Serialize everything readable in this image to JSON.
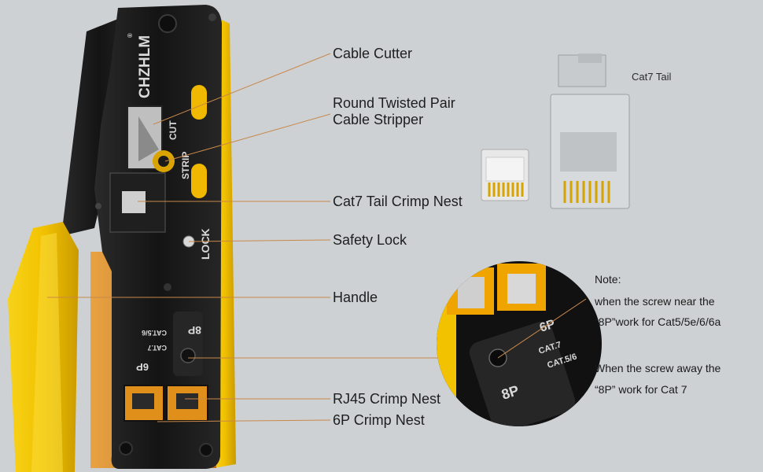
{
  "brand": {
    "logo": "CHZHLM",
    "registered": "®"
  },
  "tool_markings": {
    "cut": "CUT",
    "strip": "STRIP",
    "lock": "LOCK",
    "p8": "8P",
    "p6": "6P",
    "cat56": "CAT.5/6",
    "cat7": "CAT.7"
  },
  "callouts": {
    "cable_cutter": "Cable Cutter",
    "stripper_line1": "Round Twisted Pair",
    "stripper_line2": "Cable Stripper",
    "cat7_nest": "Cat7 Tail Crimp Nest",
    "safety_lock": "Safety Lock",
    "handle": "Handle",
    "rj45_nest": "RJ45 Crimp Nest",
    "p6_nest": "6P Crimp Nest"
  },
  "connector_label": "Cat7 Tail",
  "note": {
    "title": "Note:",
    "line1": "when the screw near the",
    "line2": "“8P”work for Cat5/5e/6/6a",
    "line3": "When the screw away the",
    "line4": "“8P” work for Cat 7"
  },
  "colors": {
    "background": "#cdd1d4",
    "tool_body": "#1b1b1b",
    "handle": "#f2c200",
    "leader": "#c9884a"
  }
}
